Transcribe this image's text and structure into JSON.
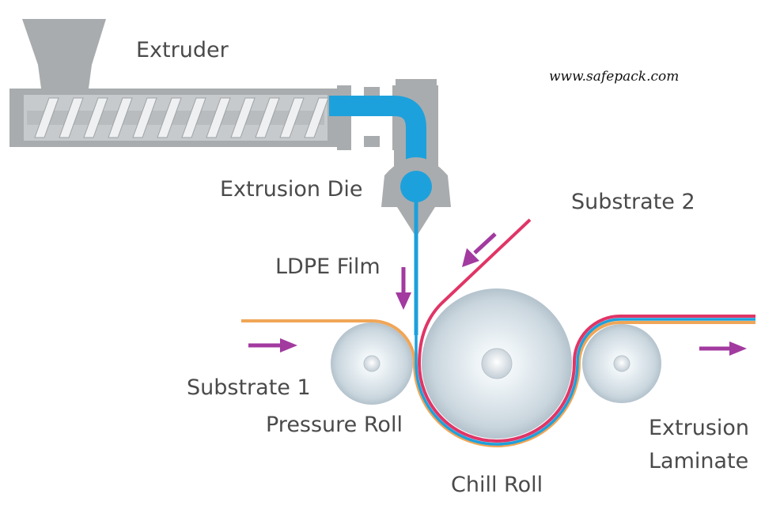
{
  "labels": {
    "extruder": "Extruder",
    "extrusion_die": "Extrusion Die",
    "ldpe_film": "LDPE Film",
    "substrate_1": "Substrate 1",
    "substrate_2": "Substrate 2",
    "pressure_roll": "Pressure Roll",
    "chill_roll": "Chill Roll",
    "extrusion_laminate_line1": "Extrusion",
    "extrusion_laminate_line2": "Laminate"
  },
  "website": "www.safepack.com",
  "colors": {
    "machine_gray": "#a9acae",
    "melt_blue": "#1da1dc",
    "substrate_1": "#f0a657",
    "substrate_2": "#e03566",
    "arrow": "#a23aa0",
    "roll": "#d6e1e8"
  }
}
